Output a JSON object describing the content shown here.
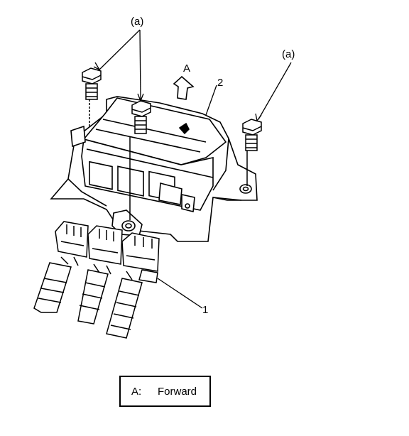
{
  "callouts": {
    "bolt_label_top": "(a)",
    "bolt_label_right": "(a)",
    "direction_arrow_label": "A",
    "part_2": "2",
    "part_1": "1"
  },
  "legend": {
    "key": "A:",
    "value": "Forward"
  }
}
